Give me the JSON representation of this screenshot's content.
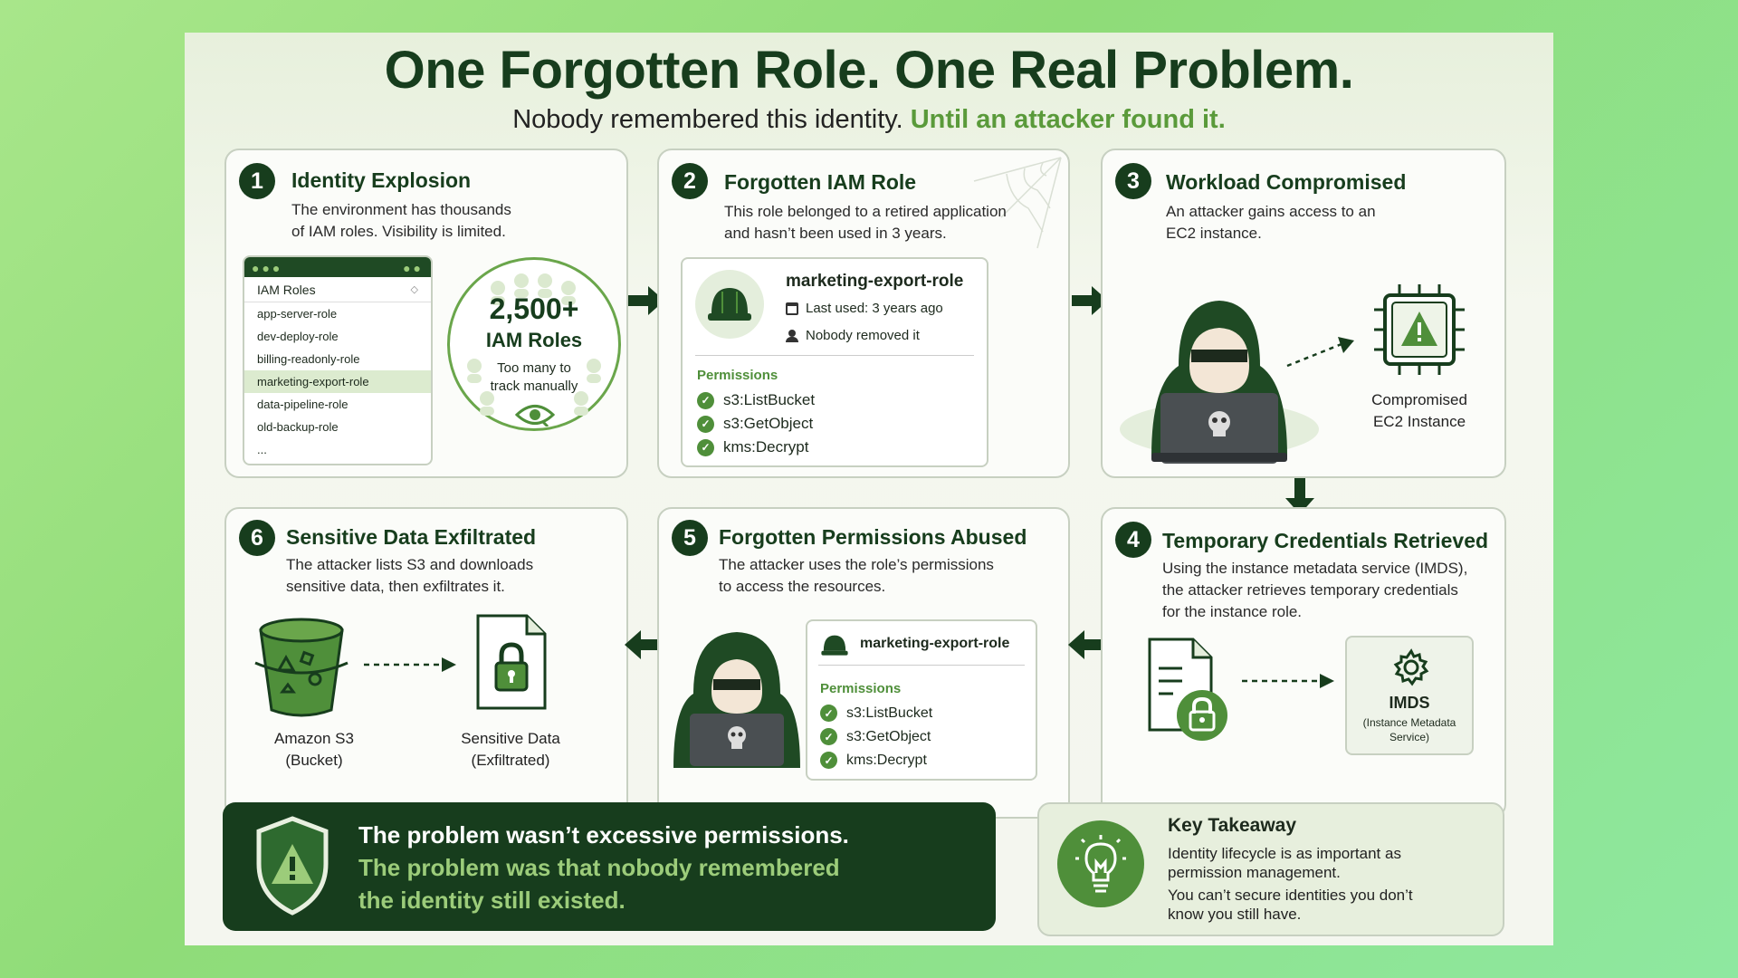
{
  "header": {
    "title": "One Forgotten Role. One Real Problem.",
    "subtitle_plain": "Nobody remembered this identity.",
    "subtitle_accent": "Until an attacker found it."
  },
  "steps": [
    {
      "num": "1",
      "title": "Identity Explosion",
      "desc_line1": "The environment has thousands",
      "desc_line2": "of IAM roles. Visibility is limited."
    },
    {
      "num": "2",
      "title": "Forgotten IAM Role",
      "desc_line1": "This role belonged to a retired application",
      "desc_line2": "and hasn’t been used in 3 years."
    },
    {
      "num": "3",
      "title": "Workload Compromised",
      "desc_line1": "An attacker gains access to an",
      "desc_line2": "EC2 instance."
    },
    {
      "num": "4",
      "title": "Temporary Credentials Retrieved",
      "desc_line1": "Using the instance metadata service (IMDS),",
      "desc_line2": "the attacker retrieves temporary credentials",
      "desc_line3": "for the instance role."
    },
    {
      "num": "5",
      "title": "Forgotten Permissions Abused",
      "desc_line1": "The attacker uses the role’s permissions",
      "desc_line2": "to access the resources."
    },
    {
      "num": "6",
      "title": "Sensitive Data Exfiltrated",
      "desc_line1": "The attacker lists S3 and downloads",
      "desc_line2": "sensitive data, then exfiltrates it."
    }
  ],
  "iam_list": {
    "header": "IAM Roles",
    "items": [
      "app-server-role",
      "dev-deploy-role",
      "billing-readonly-role",
      "marketing-export-role",
      "data-pipeline-role",
      "old-backup-role",
      "..."
    ],
    "highlight_index": 3
  },
  "roles_count": {
    "count": "2,500+",
    "label": "IAM Roles",
    "note_line1": "Too many to",
    "note_line2": "track manually"
  },
  "role_card": {
    "name": "marketing-export-role",
    "last_used": "Last used: 3 years ago",
    "removed": "Nobody removed it",
    "permissions_label": "Permissions",
    "permissions": [
      "s3:ListBucket",
      "s3:GetObject",
      "kms:Decrypt"
    ]
  },
  "ec2": {
    "line1": "Compromised",
    "line2": "EC2 Instance"
  },
  "imds": {
    "label": "IMDS",
    "sub_line1": "(Instance Metadata",
    "sub_line2": "Service)"
  },
  "s3": {
    "line1": "Amazon S3",
    "line2": "(Bucket)"
  },
  "sensitive": {
    "line1": "Sensitive Data",
    "line2": "(Exfiltrated)"
  },
  "problem": {
    "line1": "The problem wasn’t excessive permissions.",
    "line2": "The problem was that nobody remembered",
    "line3": "the identity still existed."
  },
  "takeaway": {
    "title": "Key Takeaway",
    "line1": "Identity lifecycle is as important as",
    "line2": "permission management.",
    "line3": "You can’t secure identities you don’t",
    "line4": "know you still have."
  },
  "colors": {
    "dark_green": "#173d1d",
    "accent_green": "#5a9a3a",
    "check_green": "#4f8f3a"
  }
}
